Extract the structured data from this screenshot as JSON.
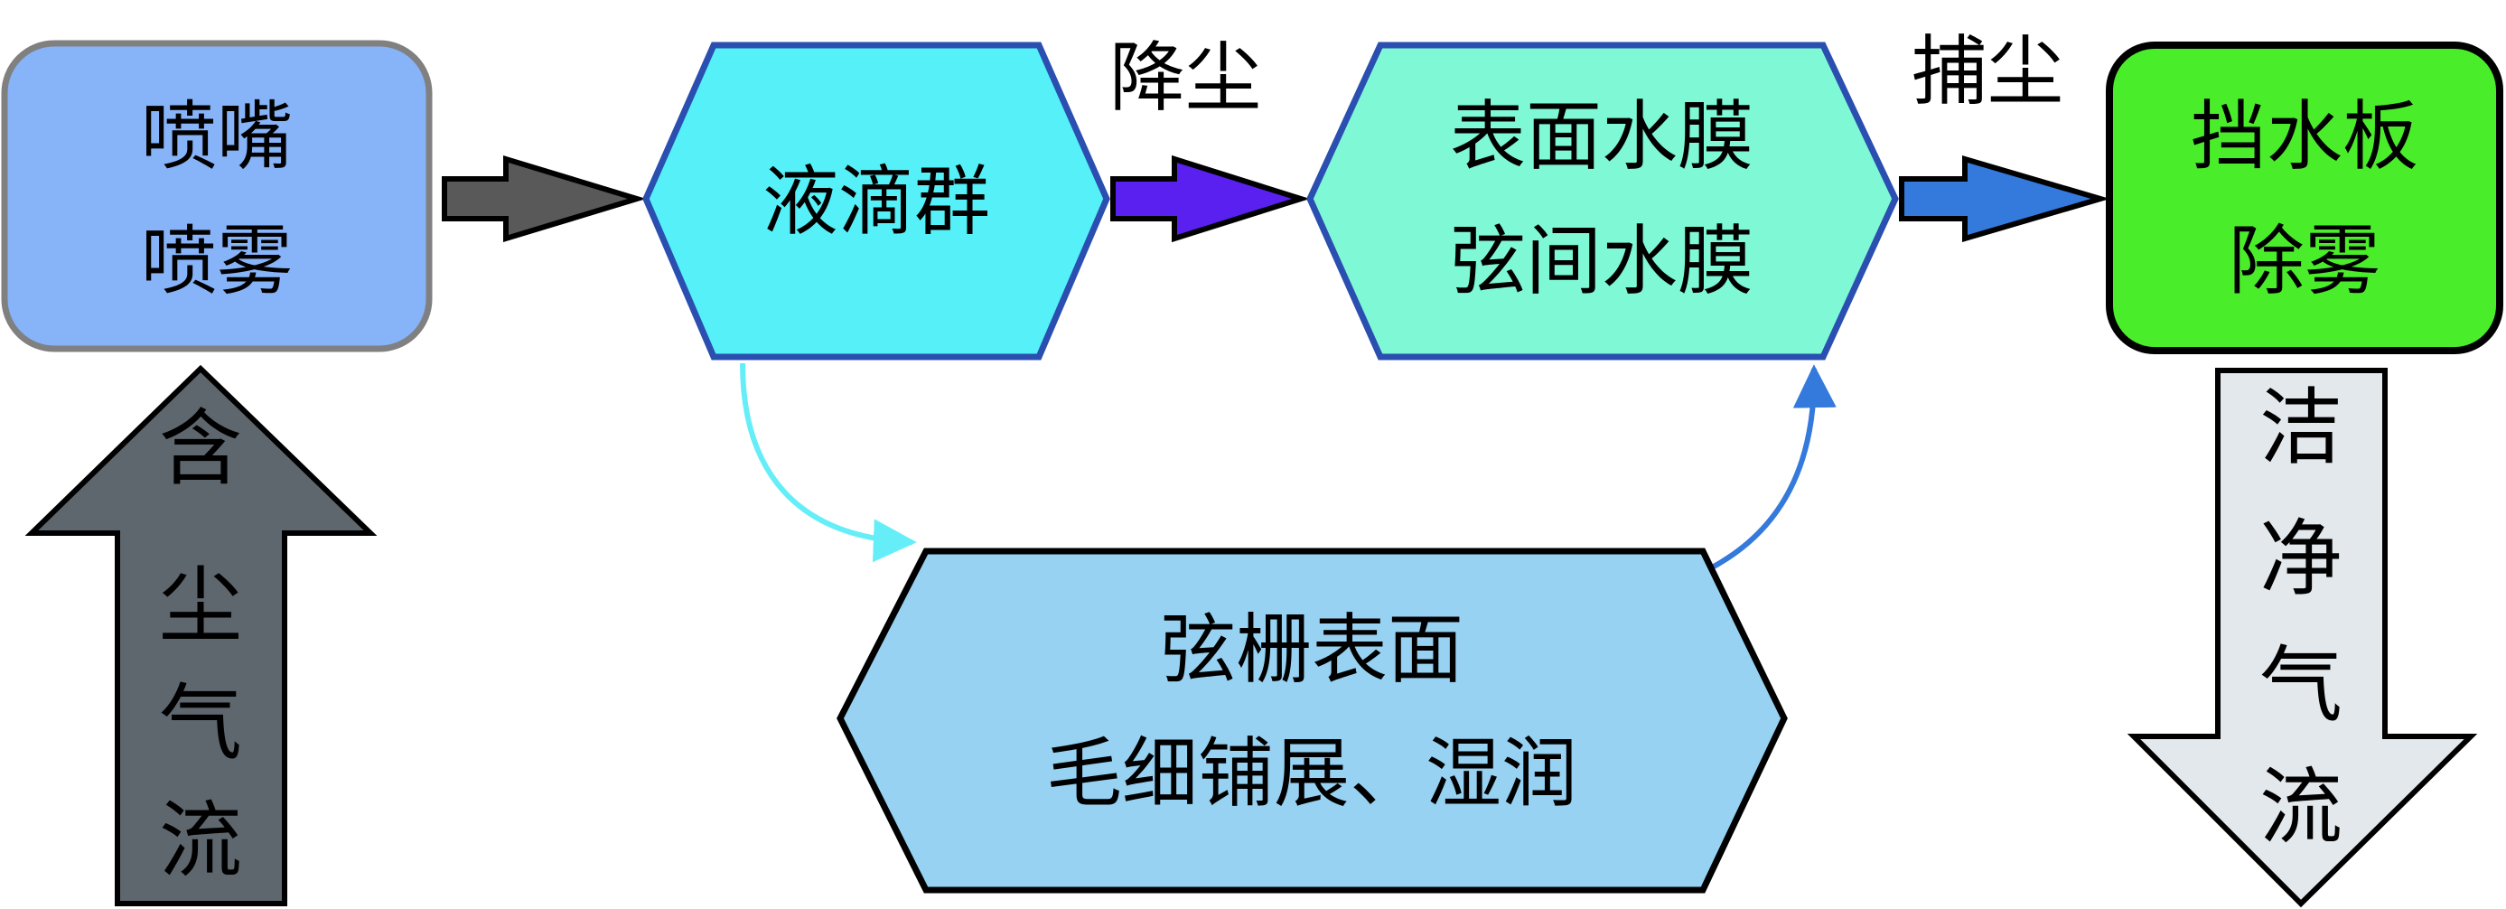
{
  "nodes": {
    "nozzle": {
      "lines": [
        "喷嘴",
        "喷雾"
      ],
      "fill": "#87b3f9",
      "stroke": "#808080"
    },
    "droplets": {
      "lines": [
        "液滴群"
      ],
      "fill": "#56f0f8",
      "stroke": "#2a4fb0"
    },
    "water_film": {
      "lines": [
        "表面水膜",
        "弦间水膜"
      ],
      "fill": "#7ff8d6",
      "stroke": "#2a4fb0"
    },
    "demister": {
      "lines": [
        "挡水板",
        "除雾"
      ],
      "fill": "#4aed2a",
      "stroke": "#000000"
    },
    "grid_surface": {
      "lines": [
        "弦栅表面",
        "毛细铺展、湿润"
      ],
      "fill": "#97d2f2",
      "stroke": "#000000"
    }
  },
  "edges": {
    "dust_fall": {
      "label": "降尘",
      "color": "#5a20f0"
    },
    "dust_capture": {
      "label": "捕尘",
      "color": "#3479dc"
    },
    "nozzle_to_droplets": {
      "color": "#595959"
    },
    "droplets_to_grid": {
      "color": "#66eef8"
    },
    "grid_to_film": {
      "color": "#3479dc"
    }
  },
  "flows": {
    "inlet": {
      "chars": [
        "含",
        "尘",
        "气",
        "流"
      ],
      "fill": "#5e666e"
    },
    "outlet": {
      "chars": [
        "洁",
        "净",
        "气",
        "流"
      ],
      "fill": "#e3e8ec"
    }
  }
}
